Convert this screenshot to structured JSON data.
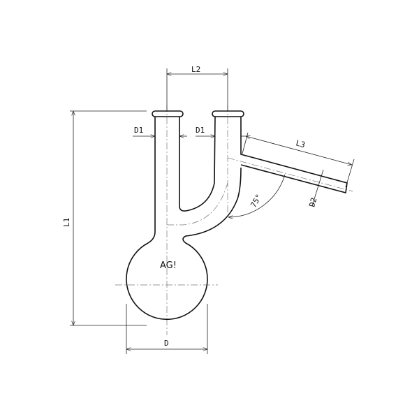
{
  "drawing": {
    "labels": {
      "L1": "L1",
      "L2": "L2",
      "L3": "L3",
      "D": "D",
      "D1_left": "D1",
      "D1_right": "D1",
      "D2": "D2",
      "angle": "75°"
    },
    "logo": "AG!"
  }
}
